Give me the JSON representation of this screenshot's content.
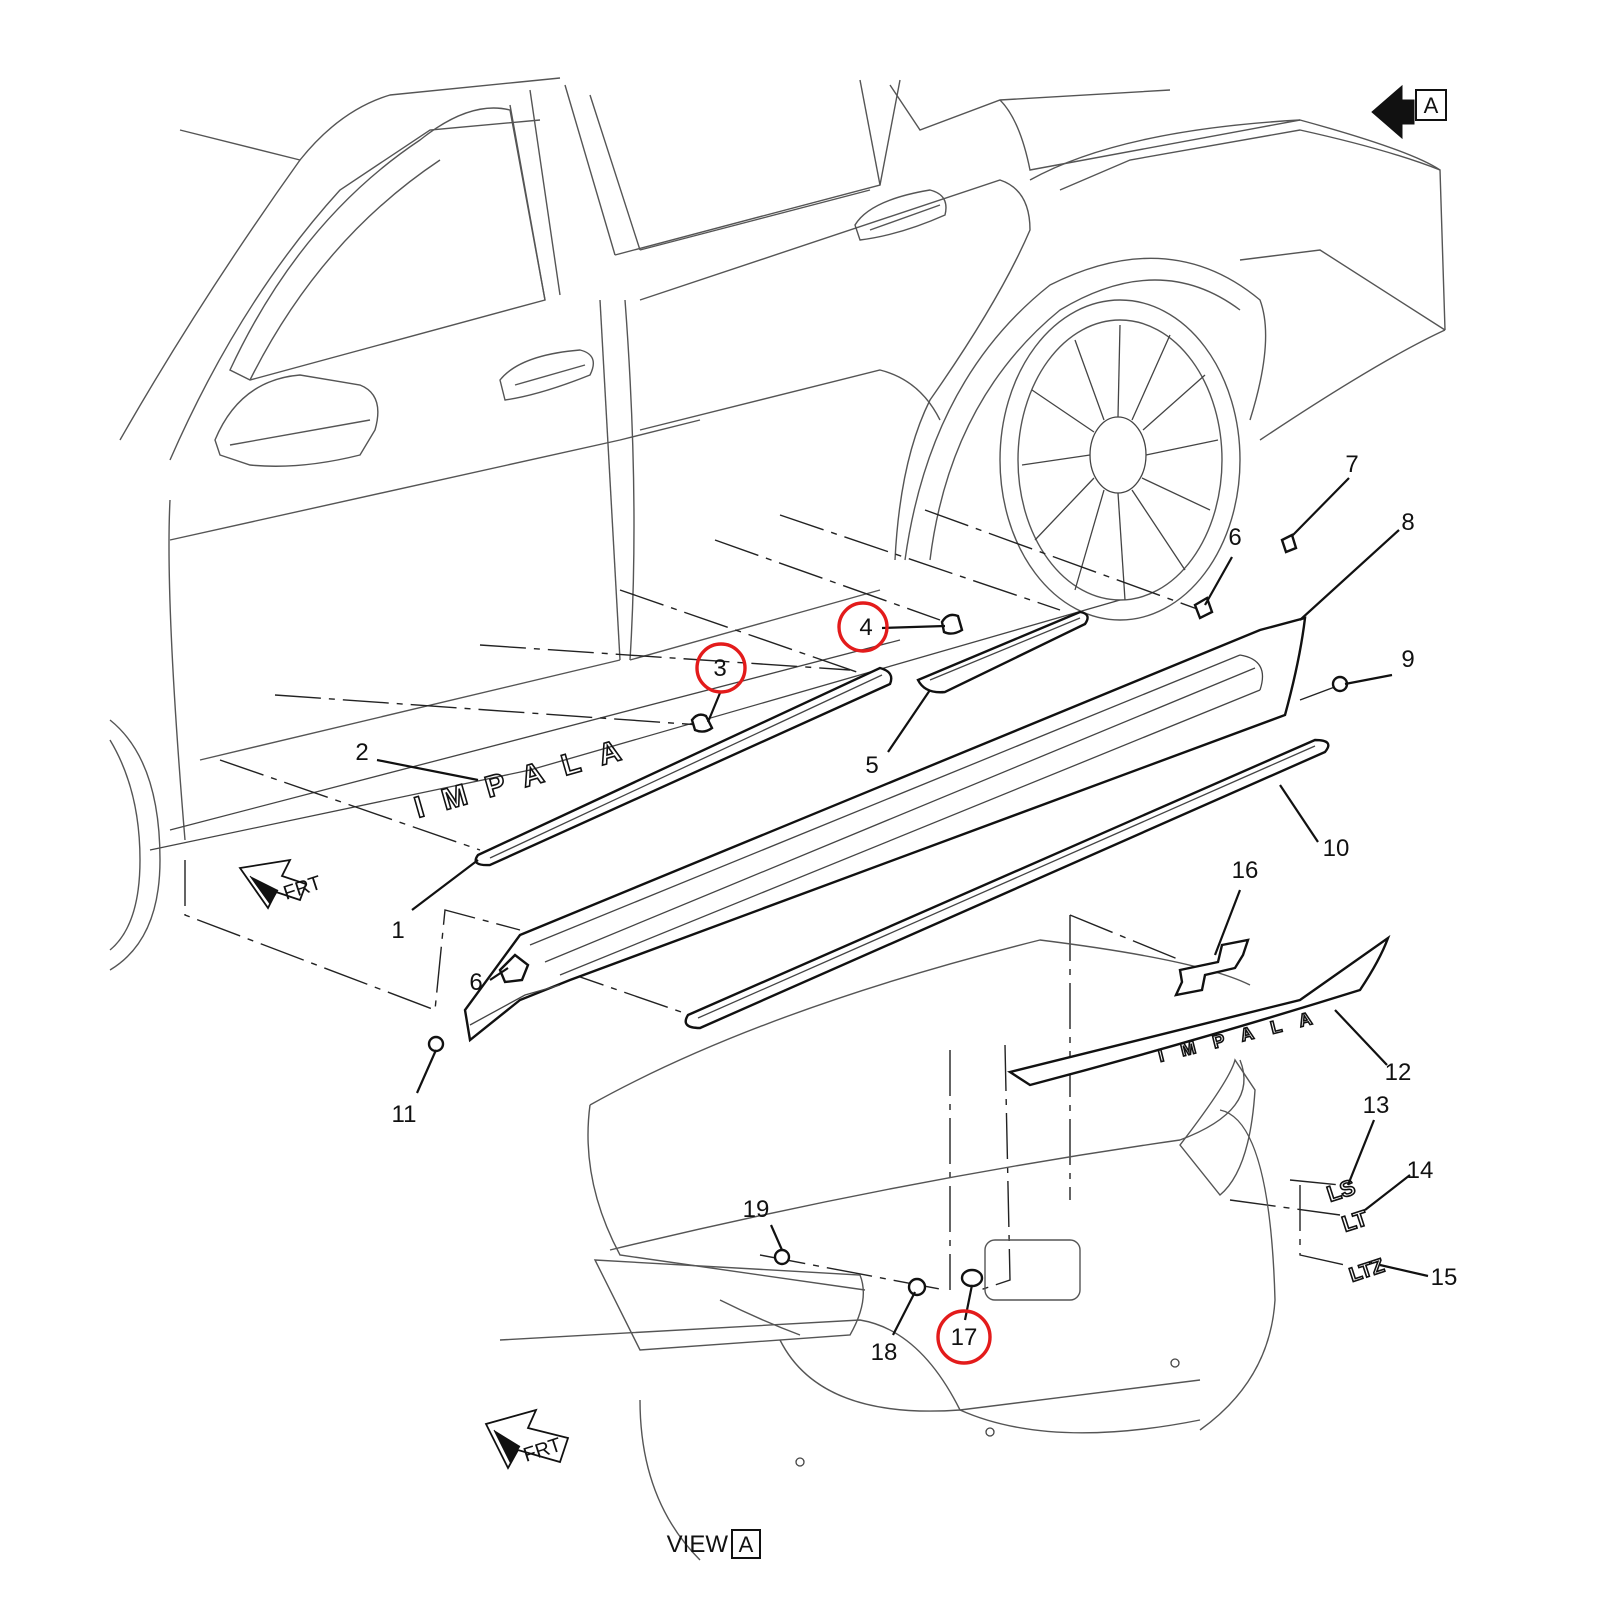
{
  "diagram": {
    "view_marker_letter": "A",
    "view_caption_word": "VIEW",
    "view_caption_letter": "A",
    "frt_label": "FRT",
    "side_emblem_text": "IMPALA",
    "trunk_emblem_text": "IMPALA",
    "trim_badges": [
      "LS",
      "LT",
      "LTZ"
    ],
    "callout_color": "#e31b1b",
    "highlighted_parts": [
      "3",
      "4",
      "17"
    ],
    "parts": [
      {
        "id": "1",
        "label": "1"
      },
      {
        "id": "2",
        "label": "2"
      },
      {
        "id": "3",
        "label": "3"
      },
      {
        "id": "4",
        "label": "4"
      },
      {
        "id": "5",
        "label": "5"
      },
      {
        "id": "6a",
        "label": "6"
      },
      {
        "id": "6b",
        "label": "6"
      },
      {
        "id": "7",
        "label": "7"
      },
      {
        "id": "8",
        "label": "8"
      },
      {
        "id": "9",
        "label": "9"
      },
      {
        "id": "10",
        "label": "10"
      },
      {
        "id": "11",
        "label": "11"
      },
      {
        "id": "12",
        "label": "12"
      },
      {
        "id": "13",
        "label": "13"
      },
      {
        "id": "14",
        "label": "14"
      },
      {
        "id": "15",
        "label": "15"
      },
      {
        "id": "16",
        "label": "16"
      },
      {
        "id": "17",
        "label": "17"
      },
      {
        "id": "18",
        "label": "18"
      },
      {
        "id": "19",
        "label": "19"
      }
    ]
  }
}
